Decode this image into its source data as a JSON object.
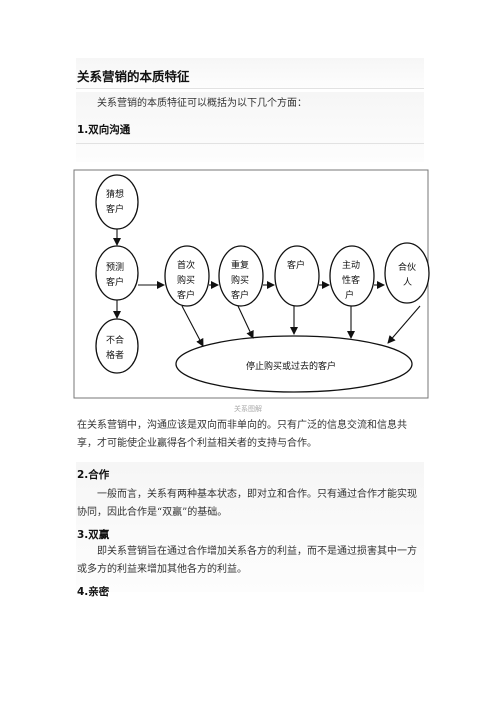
{
  "title": "关系营销的本质特征",
  "intro": "关系营销的本质特征可以概括为以下几个方面：",
  "sections": [
    {
      "heading": "1.双向沟通"
    },
    {
      "heading": "2.合作",
      "text": "一般而言，关系有两种基本状态，即对立和合作。只有通过合作才能实现协同，因此合作是“双赢”的基础。"
    },
    {
      "heading": "3.双赢",
      "text": "即关系营销旨在通过合作增加关系各方的利益，而不是通过损害其中一方或多方的利益来增加其他各方的利益。"
    },
    {
      "heading": "4.亲密"
    }
  ],
  "diagram": {
    "caption": "关系图解",
    "nodes": {
      "guess": [
        "猜想",
        "客户"
      ],
      "predict": [
        "预测",
        "客户"
      ],
      "unqualified": [
        "不合",
        "格者"
      ],
      "first": [
        "首次",
        "购买",
        "客户"
      ],
      "repeat": [
        "重复",
        "购买",
        "客户"
      ],
      "customer": [
        "客户"
      ],
      "active": [
        "主动",
        "性客",
        "户"
      ],
      "partner": [
        "合伙",
        "人"
      ],
      "stopped": "停止购买或过去的客户"
    }
  },
  "after_diagram": "在关系营销中，沟通应该是双向而非单向的。只有广泛的信息交流和信息共享，才可能使企业赢得各个利益相关者的支持与合作。"
}
